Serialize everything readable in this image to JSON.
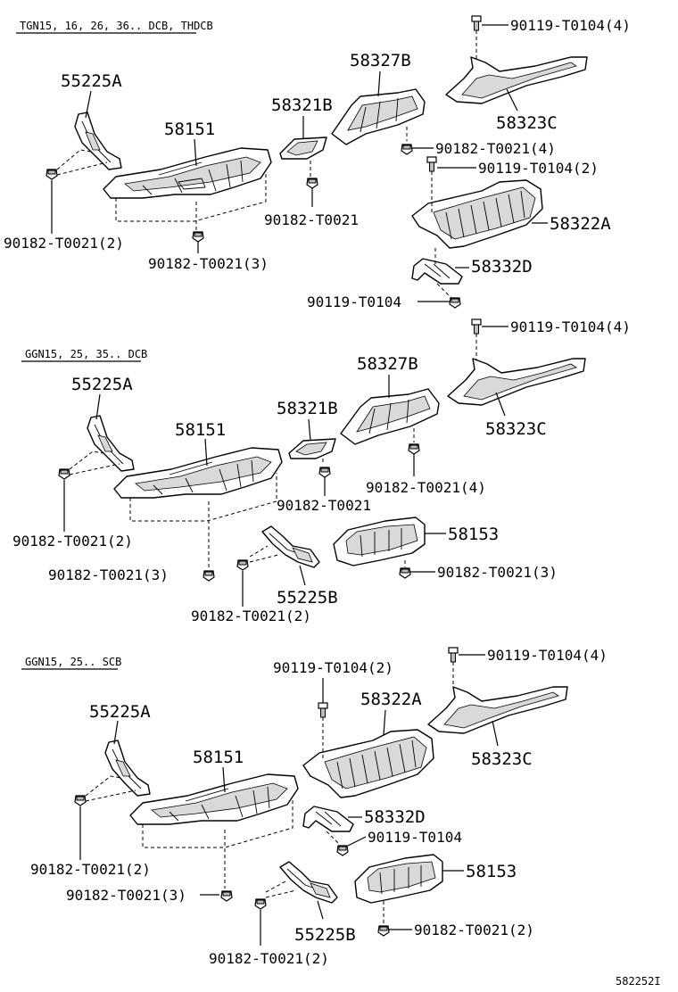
{
  "sections": [
    {
      "header": "TGN15, 16, 26, 36.. DCB, THDCB",
      "labels": {
        "a_55225A": "55225A",
        "a_58151": "58151",
        "a_58321B": "58321B",
        "a_58327B": "58327B",
        "a_58323C": "58323C",
        "a_58322A": "58322A",
        "a_58332D": "58332D",
        "f_top4": "90119-T0104(4)",
        "f_clip4": "90182-T0021(4)",
        "f_bolt2": "90119-T0104(2)",
        "f_clip_mid": "90182-T0021",
        "f_clip2": "90182-T0021(2)",
        "f_clip3": "90182-T0021(3)",
        "f_bolt_low": "90119-T0104"
      }
    },
    {
      "header": "GGN15, 25, 35.. DCB",
      "labels": {
        "a_55225A": "55225A",
        "a_58151": "58151",
        "a_58321B": "58321B",
        "a_58327B": "58327B",
        "a_58323C": "58323C",
        "a_58153": "58153",
        "a_55225B": "55225B",
        "f_top4": "90119-T0104(4)",
        "f_clip4": "90182-T0021(4)",
        "f_clip_mid": "90182-T0021",
        "f_clip2a": "90182-T0021(2)",
        "f_clip3a": "90182-T0021(3)",
        "f_clip3b": "90182-T0021(3)",
        "f_clip2b": "90182-T0021(2)"
      }
    },
    {
      "header": "GGN15, 25.. SCB",
      "labels": {
        "a_55225A": "55225A",
        "a_58151": "58151",
        "a_58322A": "58322A",
        "a_58323C": "58323C",
        "a_58332D": "58332D",
        "a_58153": "58153",
        "a_55225B": "55225B",
        "f_top4": "90119-T0104(4)",
        "f_bolt2": "90119-T0104(2)",
        "f_bolt": "90119-T0104",
        "f_clip2a": "90182-T0021(2)",
        "f_clip3": "90182-T0021(3)",
        "f_clip2b": "90182-T0021(2)",
        "f_clip2c": "90182-T0021(2)"
      }
    }
  ],
  "figure_code": "582252I"
}
